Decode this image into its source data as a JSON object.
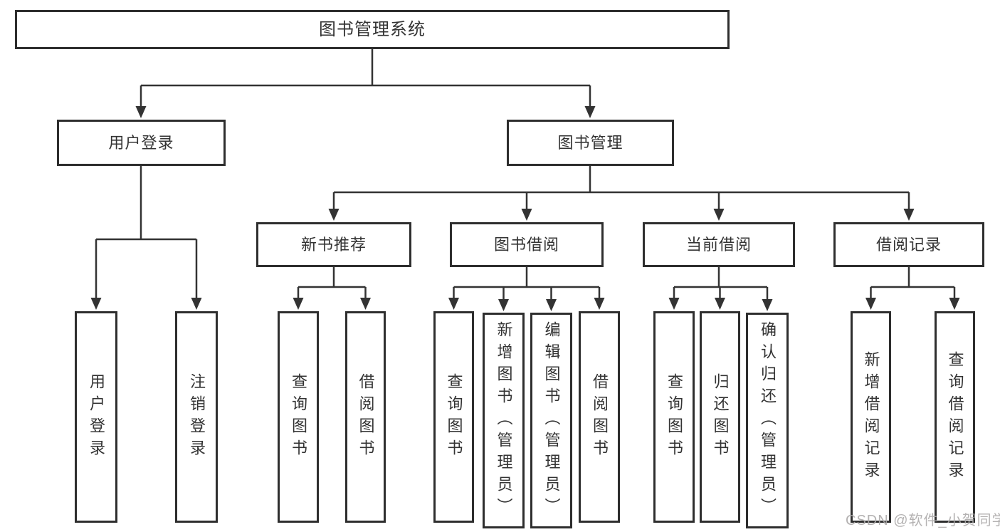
{
  "diagram": {
    "root_label": "图书管理系统",
    "branches": {
      "user_login": {
        "label": "用户登录",
        "children": [
          "用户登录",
          "注销登录"
        ]
      },
      "book_mgmt": {
        "label": "图书管理",
        "children": {
          "new_book": {
            "label": "新书推荐",
            "children": [
              "查询图书",
              "借阅图书"
            ]
          },
          "book_borrow": {
            "label": "图书借阅",
            "children": [
              "查询图书",
              "新增图书（管理员）",
              "编辑图书（管理员）",
              "借阅图书"
            ]
          },
          "current_borrow": {
            "label": "当前借阅",
            "children": [
              "查询图书",
              "归还图书",
              "确认归还（管理员）"
            ]
          },
          "borrow_records": {
            "label": "借阅记录",
            "children": [
              "新增借阅记录",
              "查询借阅记录"
            ]
          }
        }
      }
    },
    "watermark": "CSDN @软件_小贺同学"
  }
}
